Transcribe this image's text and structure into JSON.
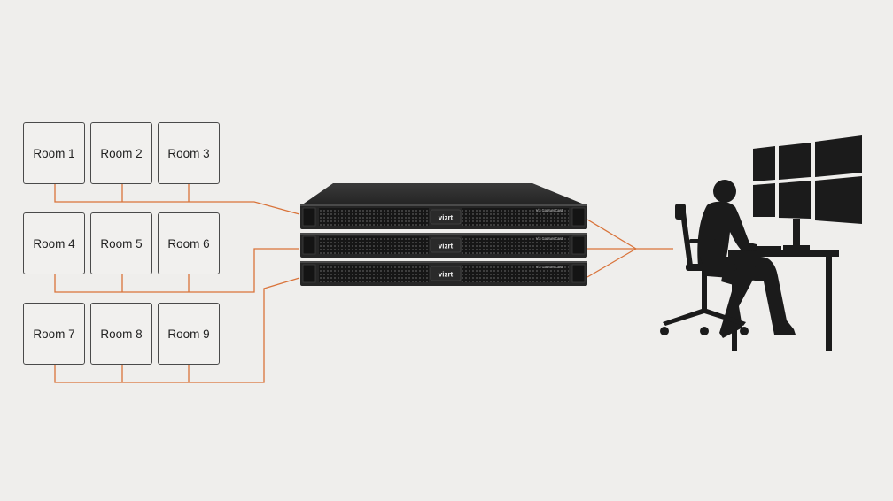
{
  "rooms": [
    {
      "label": "Room 1"
    },
    {
      "label": "Room 2"
    },
    {
      "label": "Room 3"
    },
    {
      "label": "Room 4"
    },
    {
      "label": "Room 5"
    },
    {
      "label": "Room 6"
    },
    {
      "label": "Room 7"
    },
    {
      "label": "Room 8"
    },
    {
      "label": "Room 9"
    }
  ],
  "servers": [
    {
      "logo": "vizrt",
      "model": "Viz CaptureCast"
    },
    {
      "logo": "vizrt",
      "model": "Viz CaptureCast"
    },
    {
      "logo": "vizrt",
      "model": "Viz CaptureCast"
    }
  ],
  "colors": {
    "background": "#efeeec",
    "connector": "#d9733a",
    "hardware": "#1c1c1c",
    "silhouette": "#1b1b1b",
    "logo_accent": "#e2692b"
  }
}
